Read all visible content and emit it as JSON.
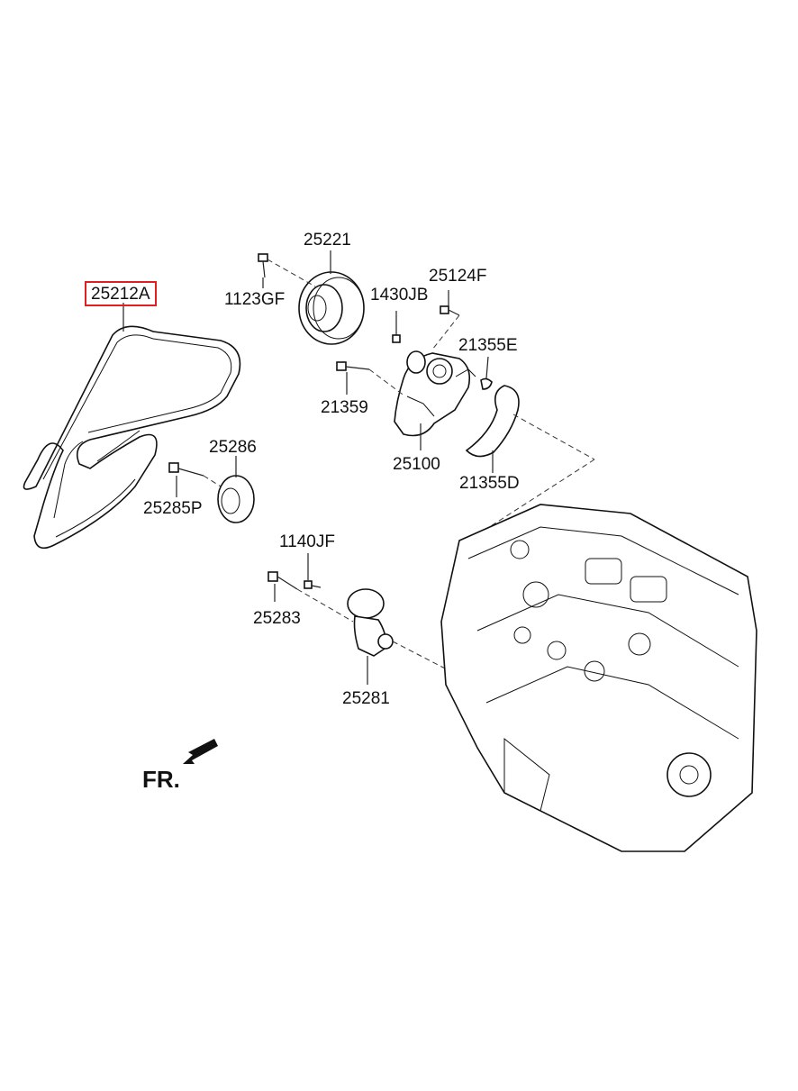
{
  "labels": {
    "belt": "25212A",
    "pulley": "25221",
    "pulley_bolt": "1123GF",
    "water_pump_bolt_long": "1430JB",
    "water_pump_bolt": "25124F",
    "gasket_small": "21355E",
    "bolt_21359": "21359",
    "water_pump": "25100",
    "gasket": "21355D",
    "idler": "25286",
    "idler_bolt": "25285P",
    "tensioner_bolt_small": "1140JF",
    "tensioner_bolt": "25283",
    "tensioner": "25281"
  },
  "front_indicator": "FR.",
  "colors": {
    "highlight": "#e02020",
    "line": "#111111"
  },
  "icons": [
    "front-arrow-icon"
  ]
}
